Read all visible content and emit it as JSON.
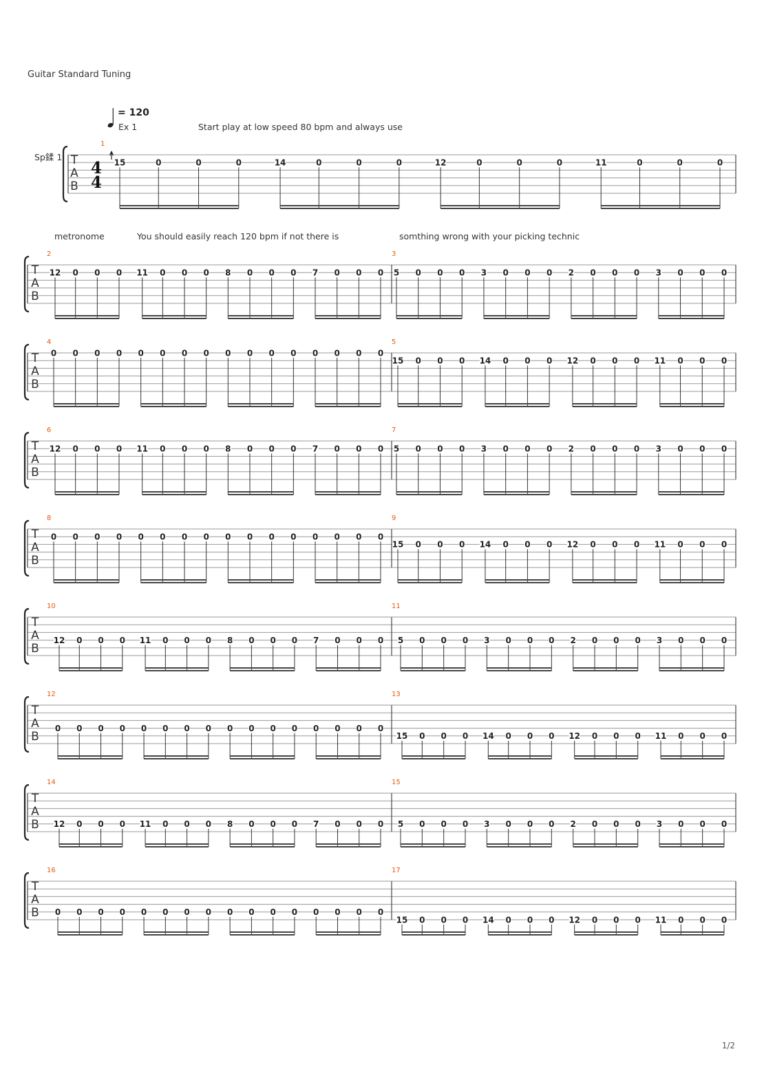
{
  "header": {
    "tuning": "Guitar Standard Tuning",
    "tempo_value": "= 120",
    "section_label": "Ex 1",
    "instruction_1": "Start play at low speed 80 bpm and always use",
    "instruction_2": "metronome",
    "instruction_3": "You should easily reach 120 bpm if not there is",
    "instruction_4": "somthing wrong with your picking technic",
    "track_name": "Sp鍒 1",
    "time_signature": [
      "4",
      "4"
    ],
    "clef": [
      "T",
      "A",
      "B"
    ]
  },
  "footer": {
    "page": "1/2"
  },
  "tab": {
    "systems": [
      {
        "measures": [
          {
            "num": "1",
            "string": 1,
            "notes": [
              "15",
              "0",
              "0",
              "0",
              "14",
              "0",
              "0",
              "0",
              "12",
              "0",
              "0",
              "0",
              "11",
              "0",
              "0",
              "0"
            ]
          }
        ]
      },
      {
        "measures": [
          {
            "num": "2",
            "string": 1,
            "notes": [
              "12",
              "0",
              "0",
              "0",
              "11",
              "0",
              "0",
              "0",
              "8",
              "0",
              "0",
              "0",
              "7",
              "0",
              "0",
              "0"
            ]
          },
          {
            "num": "3",
            "string": 1,
            "notes": [
              "5",
              "0",
              "0",
              "0",
              "3",
              "0",
              "0",
              "0",
              "2",
              "0",
              "0",
              "0",
              "3",
              "0",
              "0",
              "0"
            ]
          }
        ]
      },
      {
        "measures": [
          {
            "num": "4",
            "string": 0,
            "notes": [
              "0",
              "0",
              "0",
              "0",
              "0",
              "0",
              "0",
              "0",
              "0",
              "0",
              "0",
              "0",
              "0",
              "0",
              "0",
              "0"
            ]
          },
          {
            "num": "5",
            "string": 1,
            "notes": [
              "15",
              "0",
              "0",
              "0",
              "14",
              "0",
              "0",
              "0",
              "12",
              "0",
              "0",
              "0",
              "11",
              "0",
              "0",
              "0"
            ]
          }
        ]
      },
      {
        "measures": [
          {
            "num": "6",
            "string": 1,
            "notes": [
              "12",
              "0",
              "0",
              "0",
              "11",
              "0",
              "0",
              "0",
              "8",
              "0",
              "0",
              "0",
              "7",
              "0",
              "0",
              "0"
            ]
          },
          {
            "num": "7",
            "string": 1,
            "notes": [
              "5",
              "0",
              "0",
              "0",
              "3",
              "0",
              "0",
              "0",
              "2",
              "0",
              "0",
              "0",
              "3",
              "0",
              "0",
              "0"
            ]
          }
        ]
      },
      {
        "measures": [
          {
            "num": "8",
            "string": 1,
            "notes": [
              "0",
              "0",
              "0",
              "0",
              "0",
              "0",
              "0",
              "0",
              "0",
              "0",
              "0",
              "0",
              "0",
              "0",
              "0",
              "0"
            ]
          },
          {
            "num": "9",
            "string": 2,
            "notes": [
              "15",
              "0",
              "0",
              "0",
              "14",
              "0",
              "0",
              "0",
              "12",
              "0",
              "0",
              "0",
              "11",
              "0",
              "0",
              "0"
            ]
          }
        ]
      },
      {
        "measures": [
          {
            "num": "10",
            "string": 3,
            "notes": [
              "12",
              "0",
              "0",
              "0",
              "11",
              "0",
              "0",
              "0",
              "8",
              "0",
              "0",
              "0",
              "7",
              "0",
              "0",
              "0"
            ]
          },
          {
            "num": "11",
            "string": 3,
            "notes": [
              "5",
              "0",
              "0",
              "0",
              "3",
              "0",
              "0",
              "0",
              "2",
              "0",
              "0",
              "0",
              "3",
              "0",
              "0",
              "0"
            ]
          }
        ]
      },
      {
        "measures": [
          {
            "num": "12",
            "string": 3,
            "notes": [
              "0",
              "0",
              "0",
              "0",
              "0",
              "0",
              "0",
              "0",
              "0",
              "0",
              "0",
              "0",
              "0",
              "0",
              "0",
              "0"
            ]
          },
          {
            "num": "13",
            "string": 4,
            "notes": [
              "15",
              "0",
              "0",
              "0",
              "14",
              "0",
              "0",
              "0",
              "12",
              "0",
              "0",
              "0",
              "11",
              "0",
              "0",
              "0"
            ]
          }
        ]
      },
      {
        "measures": [
          {
            "num": "14",
            "string": 4,
            "notes": [
              "12",
              "0",
              "0",
              "0",
              "11",
              "0",
              "0",
              "0",
              "8",
              "0",
              "0",
              "0",
              "7",
              "0",
              "0",
              "0"
            ]
          },
          {
            "num": "15",
            "string": 4,
            "notes": [
              "5",
              "0",
              "0",
              "0",
              "3",
              "0",
              "0",
              "0",
              "2",
              "0",
              "0",
              "0",
              "3",
              "0",
              "0",
              "0"
            ]
          }
        ]
      },
      {
        "measures": [
          {
            "num": "16",
            "string": 4,
            "notes": [
              "0",
              "0",
              "0",
              "0",
              "0",
              "0",
              "0",
              "0",
              "0",
              "0",
              "0",
              "0",
              "0",
              "0",
              "0",
              "0"
            ]
          },
          {
            "num": "17",
            "string": 5,
            "notes": [
              "15",
              "0",
              "0",
              "0",
              "14",
              "0",
              "0",
              "0",
              "12",
              "0",
              "0",
              "0",
              "11",
              "0",
              "0",
              "0"
            ]
          }
        ]
      }
    ]
  }
}
